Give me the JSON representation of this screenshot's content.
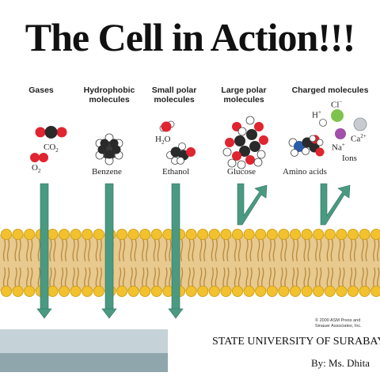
{
  "title": "The Cell in Action!!!",
  "categories": {
    "gases": [
      "Gases"
    ],
    "hydrophobic": [
      "Hydrophobic",
      "molecules"
    ],
    "small_polar": [
      "Small polar",
      "molecules"
    ],
    "large_polar": [
      "Large polar",
      "molecules"
    ],
    "charged": [
      "Charged molecules"
    ]
  },
  "labels": {
    "co2": {
      "main": "CO",
      "sub": "2"
    },
    "o2": {
      "main": "O",
      "sub": "2"
    },
    "benzene": "Benzene",
    "h2o": {
      "pre": "H",
      "sub": "2",
      "post": "O"
    },
    "ethanol": "Ethanol",
    "glucose": "Glucose",
    "amino_acids": "Amino acids",
    "hplus": {
      "main": "H",
      "sup": "+"
    },
    "clminus": {
      "main": "Cl",
      "sup": "−"
    },
    "naplus": {
      "main": "Na",
      "sup": "+"
    },
    "ca2plus": {
      "main": "Ca",
      "sup": "2+"
    },
    "ions": "Ions"
  },
  "copyright": [
    "© 2000 ASM Press and",
    "Sinauer Associates, Inc."
  ],
  "footer": {
    "university": "STATE UNIVERSITY OF SURABAYA",
    "author": "By: Ms. Dhita"
  },
  "colors": {
    "arrow": "#4a9a82",
    "lipid_head": "#f2c12e",
    "lipid_tail": "#b88a3c",
    "membrane_fill": "#e8c98e",
    "oxygen": "#e02430",
    "carbon": "#2a2a2a",
    "chloride": "#7fc24b",
    "sodium": "#a050a8",
    "calcium": "#c8ccd0"
  }
}
